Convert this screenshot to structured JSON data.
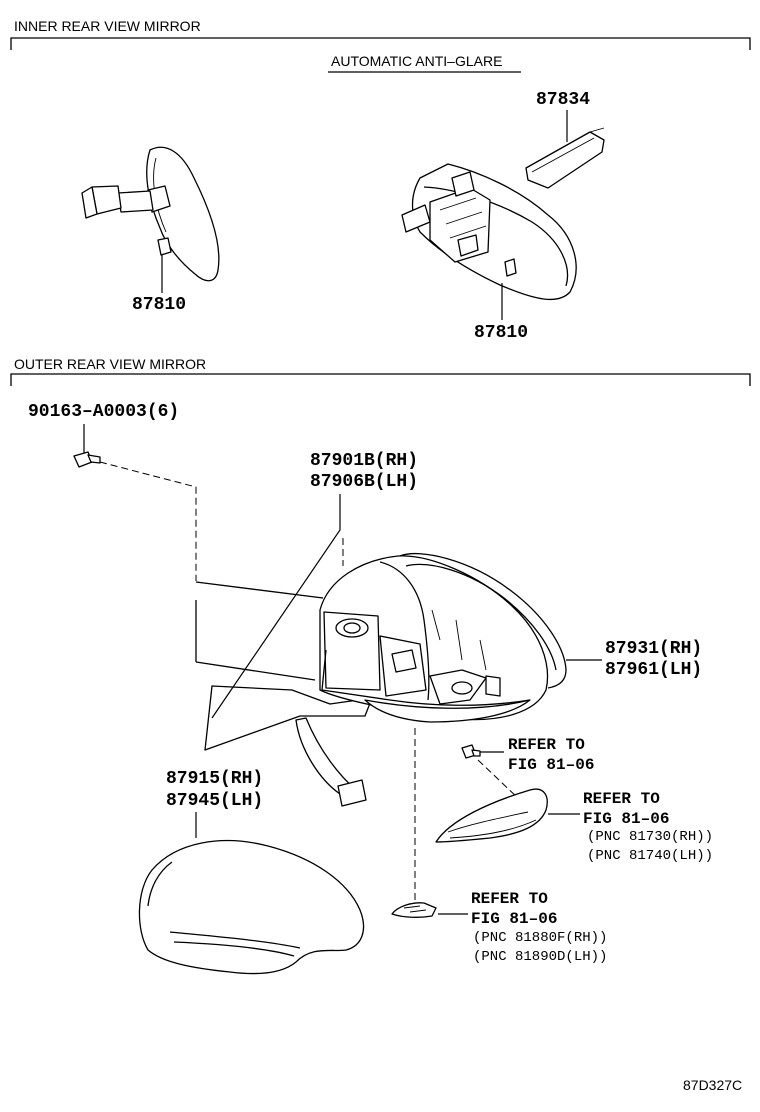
{
  "sections": {
    "inner": {
      "title": "INNER REAR VIEW MIRROR",
      "subtitle": "AUTOMATIC ANTI–GLARE"
    },
    "outer": {
      "title": "OUTER REAR VIEW MIRROR"
    }
  },
  "labels": {
    "p87834": "87834",
    "p87810_left": "87810",
    "p87810_right": "87810",
    "bolt": "90163–A0003(6)",
    "mirror_assy_rh": "87901B(RH)",
    "mirror_assy_lh": "87906B(LH)",
    "mirror_cover_rh": "87931(RH)",
    "mirror_cover_lh": "87961(LH)",
    "housing_cover_rh": "87915(RH)",
    "housing_cover_lh": "87945(LH)"
  },
  "references": {
    "turn_signal": {
      "line1": "REFER TO",
      "line2": "FIG 81–06",
      "line3": "(PNC 81730(RH))",
      "line4": "(PNC 81740(LH))"
    },
    "screw": {
      "line1": "REFER TO",
      "line2": "FIG 81–06"
    },
    "lamp": {
      "line1": "REFER TO",
      "line2": "FIG 81–06",
      "line3": "(PNC 81880F(RH))",
      "line4": "(PNC 81890D(LH))"
    }
  },
  "diagram_code": "87D327C"
}
